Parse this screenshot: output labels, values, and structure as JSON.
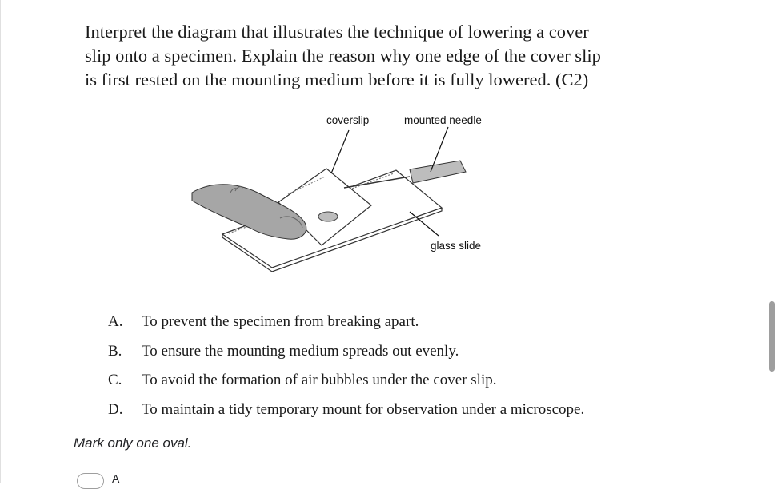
{
  "question": {
    "lines": [
      "Interpret the diagram that illustrates the technique of lowering a cover",
      "slip onto a specimen. Explain the reason why one edge of the cover slip",
      "is first rested on the mounting medium before it is fully lowered. (C2)"
    ]
  },
  "diagram": {
    "labels": {
      "coverslip": "coverslip",
      "mounted_needle": "mounted needle",
      "glass_slide": "glass slide"
    }
  },
  "options": [
    {
      "letter": "A.",
      "text": "To prevent the specimen from breaking apart."
    },
    {
      "letter": "B.",
      "text": "To ensure the mounting medium spreads out evenly."
    },
    {
      "letter": "C.",
      "text": "To avoid the formation of air bubbles under the cover slip."
    },
    {
      "letter": "D.",
      "text": "To maintain a tidy temporary mount for observation under a microscope."
    }
  ],
  "instruction": "Mark only one oval.",
  "choices": [
    {
      "label": "A"
    }
  ],
  "colors": {
    "scrollbar": "#9e9e9e",
    "oval_border": "#9e9e9e"
  }
}
